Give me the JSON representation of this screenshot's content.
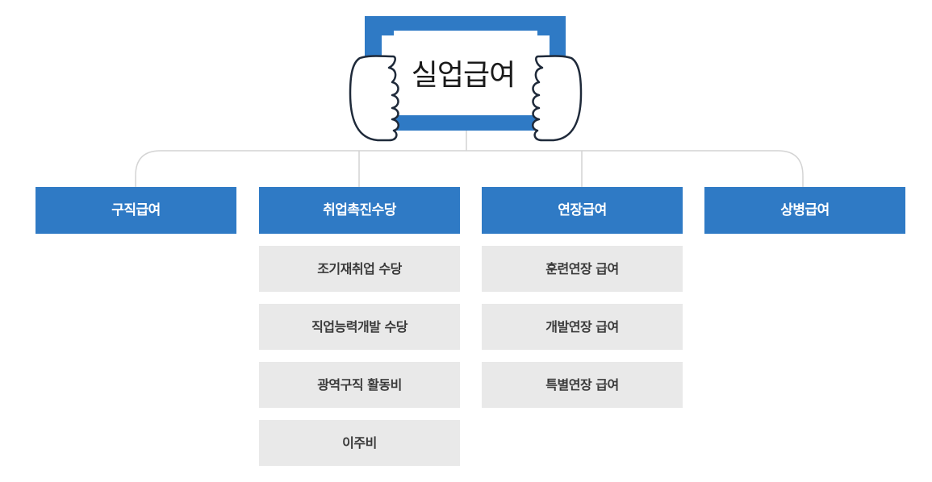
{
  "root": {
    "title": "실업급여",
    "icon": "hands-holding-sign-icon"
  },
  "colors": {
    "category_bg": "#2f7ac5",
    "sub_bg": "#e9e9e9",
    "connector": "#d4d4d4",
    "frame_blue": "#2f7ac5"
  },
  "categories": [
    {
      "label": "구직급여",
      "items": []
    },
    {
      "label": "취업촉진수당",
      "items": [
        "조기재취업 수당",
        "직업능력개발 수당",
        "광역구직 활동비",
        "이주비"
      ]
    },
    {
      "label": "연장급여",
      "items": [
        "훈련연장 급여",
        "개발연장 급여",
        "특별연장 급여"
      ]
    },
    {
      "label": "상병급여",
      "items": []
    }
  ]
}
